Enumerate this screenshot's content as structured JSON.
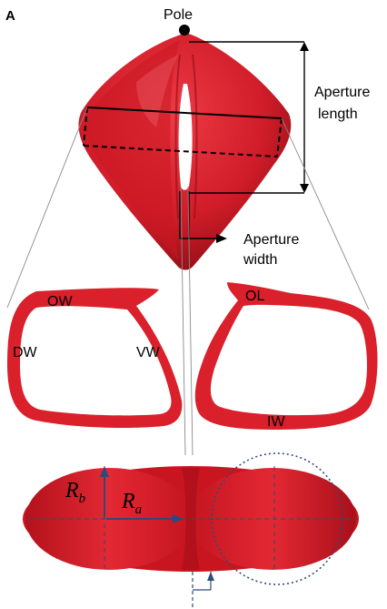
{
  "panel_label": "A",
  "labels": {
    "pole": "Pole",
    "aperture_length_1": "Aperture",
    "aperture_length_2": "length",
    "aperture_width_1": "Aperture",
    "aperture_width_2": "width",
    "ow": "OW",
    "dw": "DW",
    "vw": "VW",
    "ol": "OL",
    "iw": "IW",
    "rb_main": "R",
    "rb_sub": "b",
    "ra_main": "R",
    "ra_sub": "a"
  },
  "colors": {
    "shell_red": "#d9202b",
    "shell_dark": "#a8101a",
    "shell_light": "#f04650",
    "guide_blue": "#2f4a7a",
    "line_gray": "#888888",
    "text": "#000000"
  }
}
